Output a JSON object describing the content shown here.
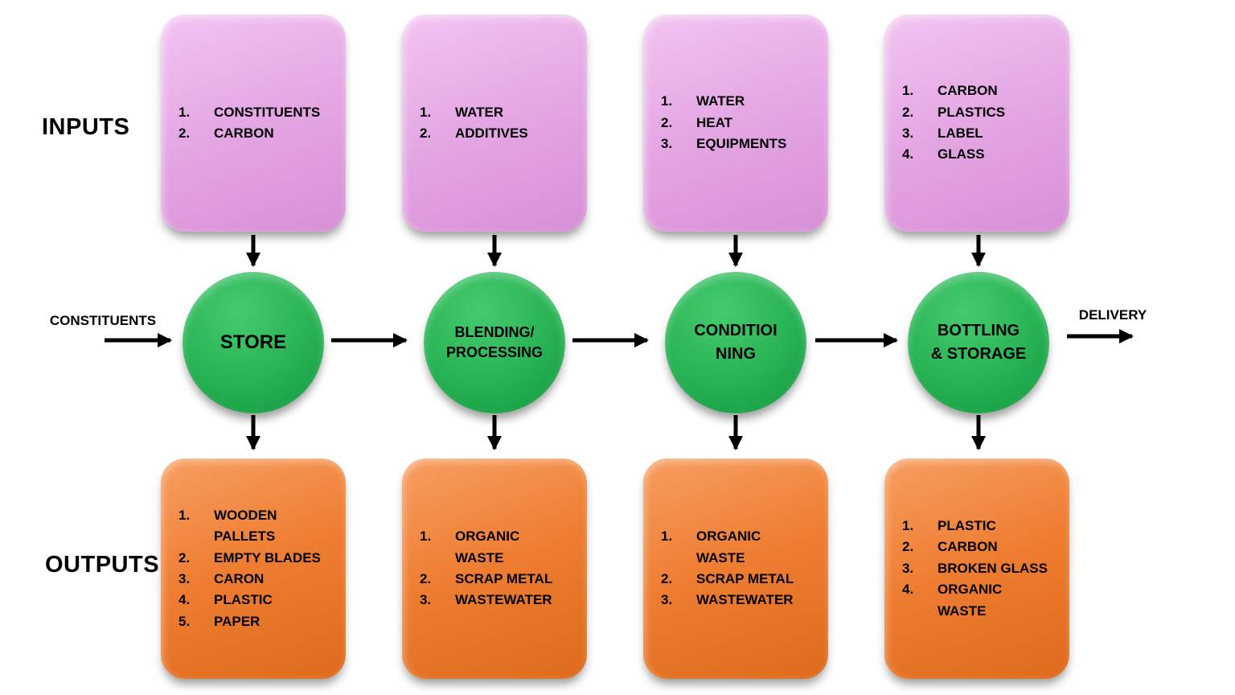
{
  "labels": {
    "inputs": "INPUTS",
    "outputs": "OUTPUTS",
    "constituents_feed": "CONSTITUENTS",
    "delivery": "DELIVERY"
  },
  "colors": {
    "input_box_fill": "#e5a7e4",
    "input_box_light": "#f2c4f1",
    "input_box_dark": "#d78fd6",
    "process_fill": "#27b253",
    "process_light": "#45cb6e",
    "process_dark": "#13973f",
    "output_box_fill": "#ee7d31",
    "output_box_light": "#f79e61",
    "output_box_dark": "#dd6a1c",
    "arrow_color": "#000000",
    "text_color": "#000000"
  },
  "columns": [
    {
      "inputs": [
        {
          "n": "1.",
          "t": "CONSTITUENTS"
        },
        {
          "n": "2.",
          "t": "CARBON"
        }
      ],
      "process_lines": [
        "STORE"
      ],
      "outputs": [
        {
          "n": "1.",
          "t": "WOODEN\nPALLETS"
        },
        {
          "n": "2.",
          "t": "EMPTY BLADES"
        },
        {
          "n": "3.",
          "t": "CARON"
        },
        {
          "n": "4.",
          "t": "PLASTIC"
        },
        {
          "n": "5.",
          "t": "PAPER"
        }
      ]
    },
    {
      "inputs": [
        {
          "n": "1.",
          "t": "WATER"
        },
        {
          "n": "2.",
          "t": "ADDITIVES"
        }
      ],
      "process_lines": [
        "BLENDING/",
        "PROCESSING"
      ],
      "outputs": [
        {
          "n": "1.",
          "t": "ORGANIC\nWASTE"
        },
        {
          "n": "2.",
          "t": "SCRAP METAL"
        },
        {
          "n": "3.",
          "t": "WASTEWATER"
        }
      ]
    },
    {
      "inputs": [
        {
          "n": "1.",
          "t": "WATER"
        },
        {
          "n": "2.",
          "t": "HEAT"
        },
        {
          "n": "3.",
          "t": "EQUIPMENTS"
        }
      ],
      "process_lines": [
        "CONDITIOI",
        "NING"
      ],
      "outputs": [
        {
          "n": "1.",
          "t": "ORGANIC\nWASTE"
        },
        {
          "n": "2.",
          "t": "SCRAP METAL"
        },
        {
          "n": "3.",
          "t": "WASTEWATER"
        }
      ]
    },
    {
      "inputs": [
        {
          "n": "1.",
          "t": "CARBON"
        },
        {
          "n": "2.",
          "t": "PLASTICS"
        },
        {
          "n": "3.",
          "t": "LABEL"
        },
        {
          "n": "4.",
          "t": "GLASS"
        }
      ],
      "process_lines": [
        "BOTTLING",
        "& STORAGE"
      ],
      "outputs": [
        {
          "n": "1.",
          "t": "PLASTIC"
        },
        {
          "n": "2.",
          "t": "CARBON"
        },
        {
          "n": "3.",
          "t": "BROKEN GLASS"
        },
        {
          "n": "4.",
          "t": "ORGANIC\nWASTE"
        }
      ]
    }
  ]
}
